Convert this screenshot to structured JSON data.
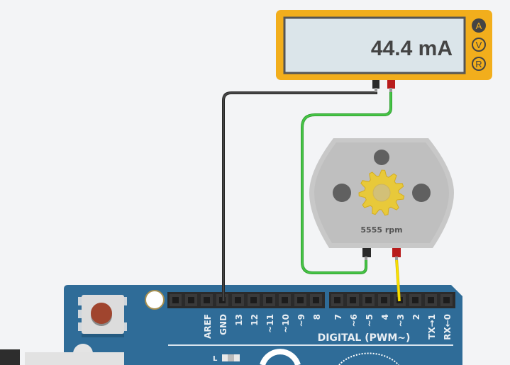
{
  "multimeter": {
    "reading": "44.4 mA",
    "modes": [
      {
        "label": "A",
        "active": true
      },
      {
        "label": "V",
        "active": false
      },
      {
        "label": "R",
        "active": false
      }
    ]
  },
  "motor": {
    "speed": "5555 rpm"
  },
  "arduino": {
    "left_pins": [
      "AREF",
      "GND",
      "13",
      "12",
      "~11",
      "~10",
      "~9",
      "8"
    ],
    "right_pins": [
      "7",
      "~6",
      "~5",
      "4",
      "~3",
      "2",
      "TX→1",
      "RX←0"
    ],
    "digital_label": "DIGITAL (PWM~)",
    "led_label": "L"
  },
  "colors": {
    "multimeter_body": "#f2ae1c",
    "board": "#2f6c98",
    "wire_black": "#333333",
    "wire_green": "#3cb93c",
    "wire_yellow": "#f5d800"
  }
}
